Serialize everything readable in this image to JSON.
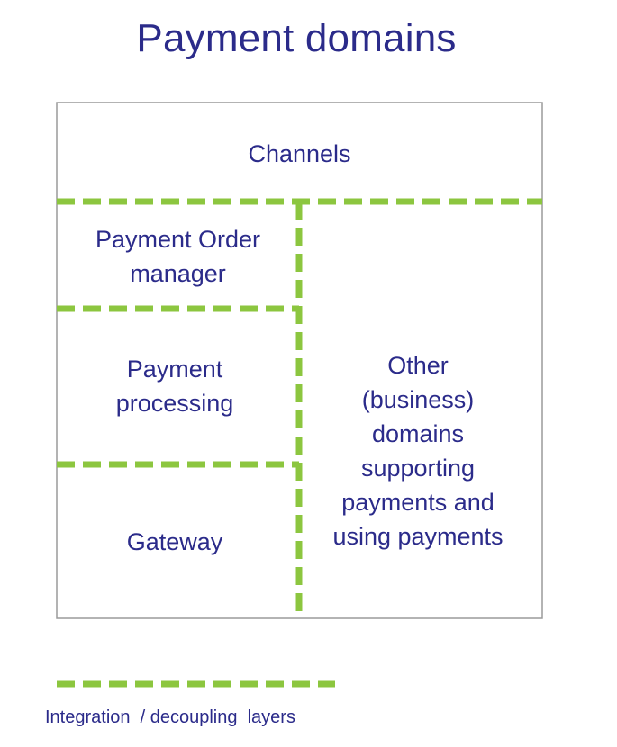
{
  "title": "Payment domains",
  "colors": {
    "text": "#2b2b8a",
    "dash": "#8cc63f",
    "border": "#9a9a9a"
  },
  "blocks": {
    "channels": "Channels",
    "payment_order_manager": [
      "Payment Order",
      "manager"
    ],
    "payment_processing": [
      "Payment",
      "processing"
    ],
    "gateway": "Gateway",
    "other_domains": [
      "Other",
      "(business)",
      "domains",
      "supporting",
      "payments and",
      "using payments"
    ]
  },
  "legend": {
    "label": "Integration  / decoupling  layers"
  }
}
